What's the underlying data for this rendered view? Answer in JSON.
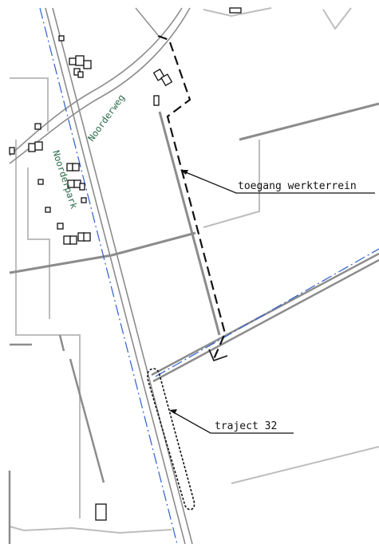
{
  "map": {
    "labels": {
      "access_route": "toegang werkterrein",
      "track": "traject 32",
      "road_noorderweg": "Noorderweg",
      "road_noorderpark": "Noorderpark"
    },
    "colors": {
      "background": "#ffffff",
      "road": "#8c8c8c",
      "boundary": "#2f5fd0",
      "route": "#111111",
      "road_label": "#2a6b4a"
    }
  }
}
